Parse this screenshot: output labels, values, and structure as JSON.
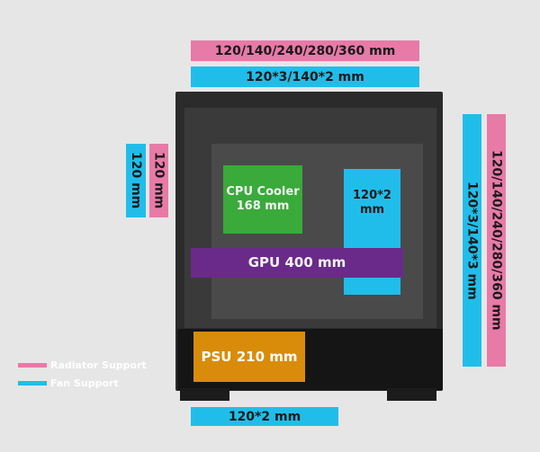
{
  "top": {
    "radiator": "120/140/240/280/360 mm",
    "fan": "120*3/140*2 mm"
  },
  "rear": {
    "fan": "120 mm",
    "radiator": "120 mm"
  },
  "front": {
    "fan": "120*3/140*3 mm",
    "radiator": "120/140/240/280/360 mm"
  },
  "interior": {
    "cpu_cooler": "CPU Cooler\n168 mm",
    "side_fan": "120*2\nmm",
    "gpu": "GPU 400 mm",
    "psu": "PSU 210 mm"
  },
  "bottom": {
    "fan": "120*2 mm"
  },
  "legend": [
    {
      "label": "Radiator Support",
      "color": "#e87aa8"
    },
    {
      "label": "Fan Support",
      "color": "#21bdea"
    }
  ]
}
